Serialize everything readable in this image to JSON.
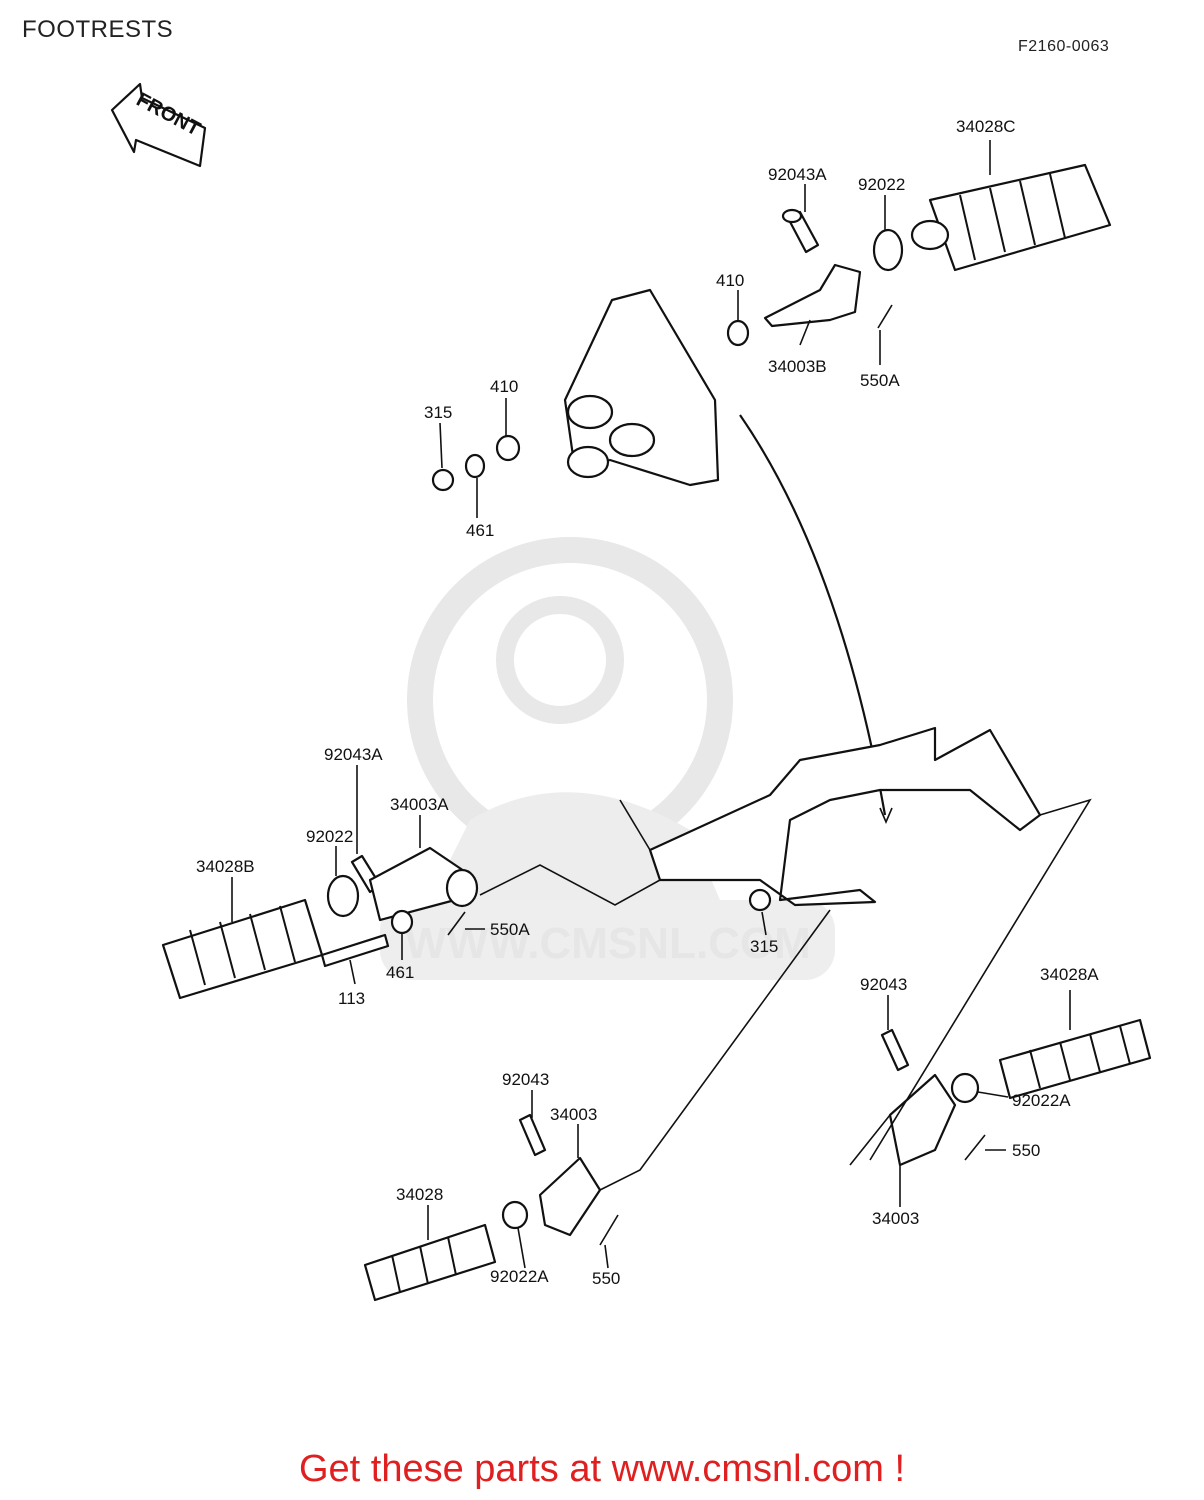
{
  "header": {
    "title": "FOOTRESTS",
    "diagram_code": "F2160-0063"
  },
  "direction_arrow": {
    "label": "FRONT"
  },
  "watermark": {
    "text": "WWW.CMSNL.COM"
  },
  "parts": {
    "p34028C": "34028C",
    "p92043A_top": "92043A",
    "p92022_top": "92022",
    "p410_top": "410",
    "p34003B": "34003B",
    "p550A_top": "550A",
    "p315_top": "315",
    "p410_mid": "410",
    "p461_top": "461",
    "p92043A_left": "92043A",
    "p34003A": "34003A",
    "p92022_left": "92022",
    "p34028B": "34028B",
    "p550A_left": "550A",
    "p461_left": "461",
    "p113": "113",
    "p315_mid": "315",
    "p92043_right": "92043",
    "p34028A": "34028A",
    "p92022A_right": "92022A",
    "p550_right": "550",
    "p34003_right": "34003",
    "p92043_bottom": "92043",
    "p34003_bottom": "34003",
    "p34028": "34028",
    "p92022A_bottom": "92022A",
    "p550_bottom": "550"
  },
  "footer": {
    "cta": "Get these parts at www.cmsnl.com !"
  },
  "colors": {
    "cta": "#e02020",
    "watermark": "#e6e6e6"
  }
}
